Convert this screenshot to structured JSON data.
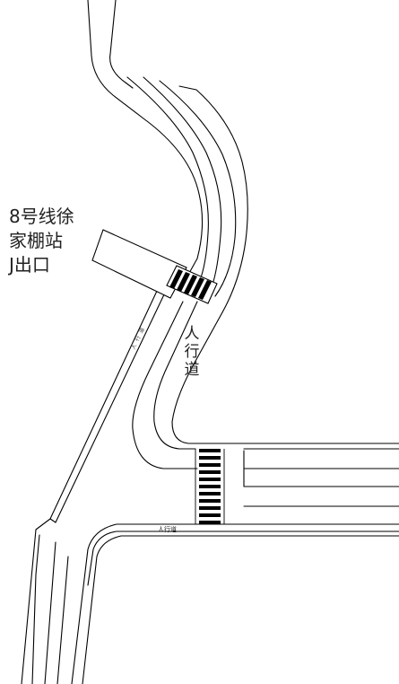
{
  "station_label": {
    "line1": "8号线徐",
    "line2": "家棚站",
    "line3": "J出口"
  },
  "sidewalk_vertical": [
    "人",
    "行",
    "道"
  ],
  "sidewalk_horizontal": "人行道",
  "sidewalk_rotated": "人行道",
  "colors": {
    "line": "#000000",
    "background": "#ffffff",
    "text": "#222222"
  },
  "icons": {
    "crosswalk_upper": "zebra-crossing",
    "crosswalk_lower": "zebra-crossing",
    "exit": "metro-exit-box"
  }
}
